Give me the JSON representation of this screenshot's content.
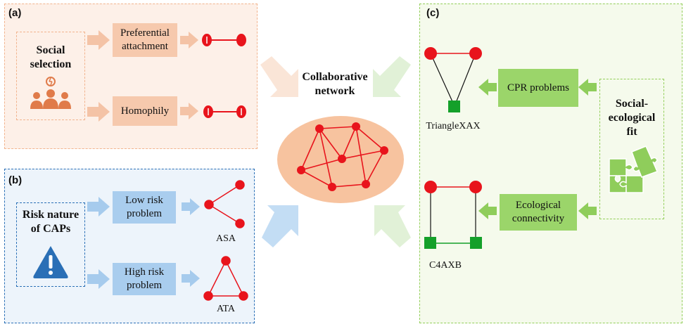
{
  "center": {
    "title": "Collaborative network"
  },
  "panel_a": {
    "tag": "(a)",
    "driver": "Social selection",
    "driver_icon": "people-network-icon",
    "items": [
      {
        "label": "Preferential attachment"
      },
      {
        "label": "Homophily"
      }
    ],
    "colors": {
      "fill": "#fdf0e8",
      "border": "#f2b48e",
      "box": "#f6c9ad",
      "arrow": "#f4c3a6"
    }
  },
  "panel_b": {
    "tag": "(b)",
    "driver": "Risk nature of CAPs",
    "driver_icon": "warning-icon",
    "items": [
      {
        "label": "Low risk problem",
        "motif": "ASA"
      },
      {
        "label": "High risk problem",
        "motif": "ATA"
      }
    ],
    "colors": {
      "fill": "#edf4fb",
      "border": "#2a6fb6",
      "box": "#a9cdee",
      "arrow": "#a6cbed"
    }
  },
  "panel_c": {
    "tag": "(c)",
    "driver": "Social-ecological fit",
    "driver_icon": "puzzle-icon",
    "items": [
      {
        "label": "CPR problems",
        "motif": "TriangleXAX"
      },
      {
        "label": "Ecological connectivity",
        "motif": "C4AXB"
      }
    ],
    "colors": {
      "fill": "#f5faec",
      "border": "#93cf5a",
      "box": "#9bd56a",
      "arrow": "#8fcd5b"
    }
  },
  "colors": {
    "node_red": "#e8141c",
    "node_green": "#14a02a",
    "network_blob": "#f7c39f"
  }
}
